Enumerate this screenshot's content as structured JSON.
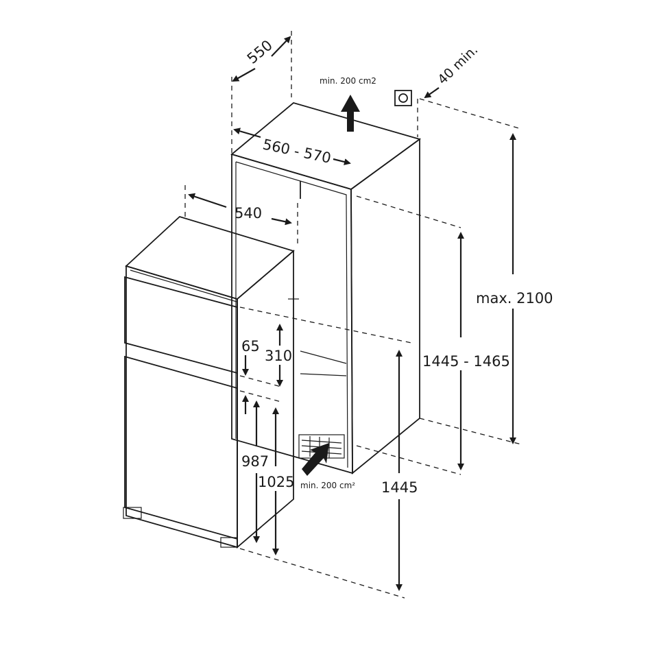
{
  "diagram": {
    "dimensions": {
      "depth_cabinet": "550",
      "width_niche": "560 - 570",
      "depth_appliance": "540",
      "ventilation_min": "40 min.",
      "max_height": "max. 2100",
      "niche_height": "1445 - 1465",
      "appliance_height": "1445",
      "dim_65": "65",
      "dim_310": "310",
      "dim_987": "987",
      "dim_1025": "1025"
    },
    "vent_top": "min. 200 cm2",
    "vent_bottom": "min. 200 cm²"
  }
}
